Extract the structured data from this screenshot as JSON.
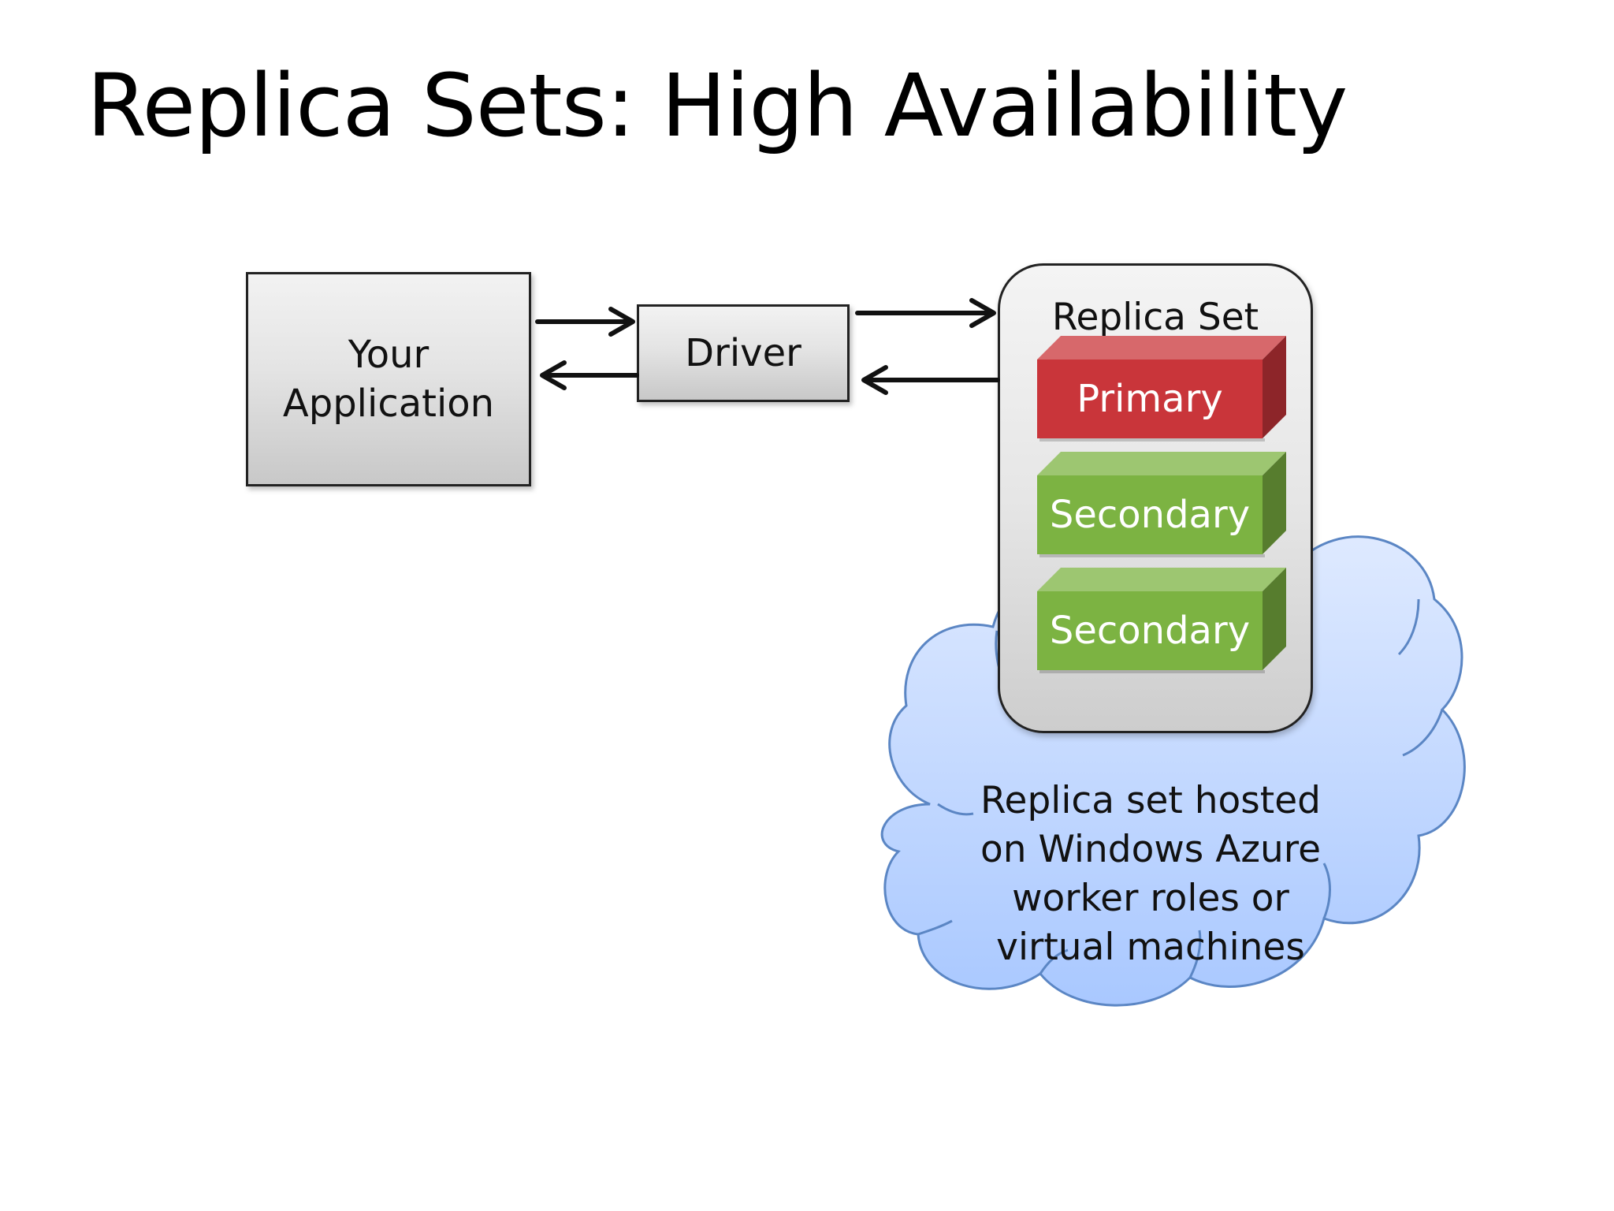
{
  "slide": {
    "title": "Replica Sets: High Availability"
  },
  "nodes": {
    "application": {
      "line1": "Your",
      "line2": "Application"
    },
    "driver": {
      "label": "Driver"
    },
    "replica_set": {
      "label": "Replica Set",
      "members": [
        {
          "label": "Primary",
          "role": "primary",
          "color": "#c9353a"
        },
        {
          "label": "Secondary",
          "role": "secondary",
          "color": "#7cb342"
        },
        {
          "label": "Secondary",
          "role": "secondary",
          "color": "#7cb342"
        }
      ]
    },
    "cloud": {
      "lines": [
        "Replica set hosted",
        "on Windows Azure",
        "worker roles or",
        "virtual machines"
      ],
      "fill_top": "#dfeaff",
      "fill_bottom": "#a9c8ff",
      "stroke": "#5b86c4"
    }
  },
  "edges": [
    {
      "from": "application",
      "to": "driver"
    },
    {
      "from": "driver",
      "to": "application"
    },
    {
      "from": "driver",
      "to": "replica_set"
    },
    {
      "from": "replica_set",
      "to": "driver"
    }
  ]
}
